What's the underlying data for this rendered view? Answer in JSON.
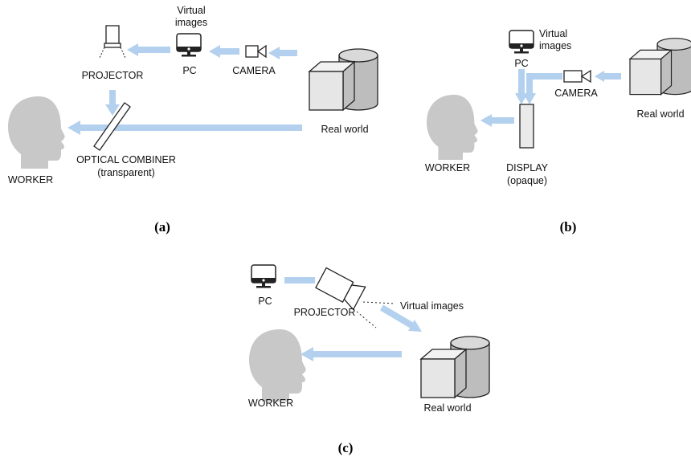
{
  "panel_a": {
    "caption": "(a)",
    "worker": "WORKER",
    "projector": "PROJECTOR",
    "pc": "PC",
    "virtual_images_line1": "Virtual",
    "virtual_images_line2": "images",
    "camera": "CAMERA",
    "real_world": "Real world",
    "combiner_line1": "OPTICAL COMBINER",
    "combiner_line2": "(transparent)"
  },
  "panel_b": {
    "caption": "(b)",
    "pc": "PC",
    "virtual_images_line1": "Virtual",
    "virtual_images_line2": "images",
    "camera": "CAMERA",
    "real_world": "Real world",
    "worker": "WORKER",
    "display_line1": "DISPLAY",
    "display_line2": "(opaque)"
  },
  "panel_c": {
    "caption": "(c)",
    "pc": "PC",
    "projector": "PROJECTOR",
    "virtual_images": "Virtual images",
    "worker": "WORKER",
    "real_world": "Real world"
  },
  "colors": {
    "flow_arrow": "#b3d1ee",
    "head_silhouette": "#c8c8c8"
  }
}
